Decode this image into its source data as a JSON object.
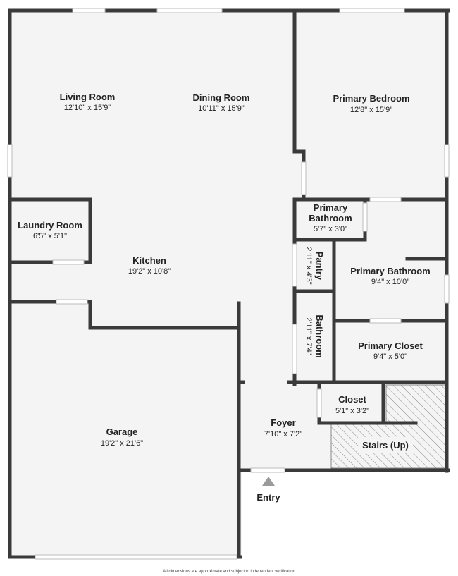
{
  "rooms": {
    "living_room": {
      "name": "Living Room",
      "dims": "12'10\" x 15'9\""
    },
    "dining_room": {
      "name": "Dining Room",
      "dims": "10'11\" x 15'9\""
    },
    "primary_bedroom": {
      "name": "Primary Bedroom",
      "dims": "12'8\" x 15'9\""
    },
    "laundry_room": {
      "name": "Laundry Room",
      "dims": "6'5\" x 5'1\""
    },
    "kitchen": {
      "name": "Kitchen",
      "dims": "19'2\" x 10'8\""
    },
    "primary_bathroom_small": {
      "name_line1": "Primary",
      "name_line2": "Bathroom",
      "dims": "5'7\" x 3'0\""
    },
    "pantry": {
      "name": "Pantry",
      "dims": "2'11\" x 4'3\""
    },
    "primary_bathroom": {
      "name": "Primary Bathroom",
      "dims": "9'4\" x 10'0\""
    },
    "bathroom": {
      "name": "Bathroom",
      "dims": "2'11\" x 7'4\""
    },
    "primary_closet": {
      "name": "Primary Closet",
      "dims": "9'4\" x 5'0\""
    },
    "closet": {
      "name": "Closet",
      "dims": "5'1\" x 3'2\""
    },
    "foyer": {
      "name": "Foyer",
      "dims": "7'10\" x 7'2\""
    },
    "stairs": {
      "name": "Stairs (Up)"
    },
    "garage": {
      "name": "Garage",
      "dims": "19'2\" x 21'6\""
    }
  },
  "entry_label": "Entry",
  "disclaimer": "All dimensions are approximate and subject to independent verification",
  "colors": {
    "wall": "#3a3a3a",
    "floor": "#f4f4f4",
    "window": "#ffffff",
    "hatch": "#888888",
    "arrow": "#9a9a9a"
  }
}
